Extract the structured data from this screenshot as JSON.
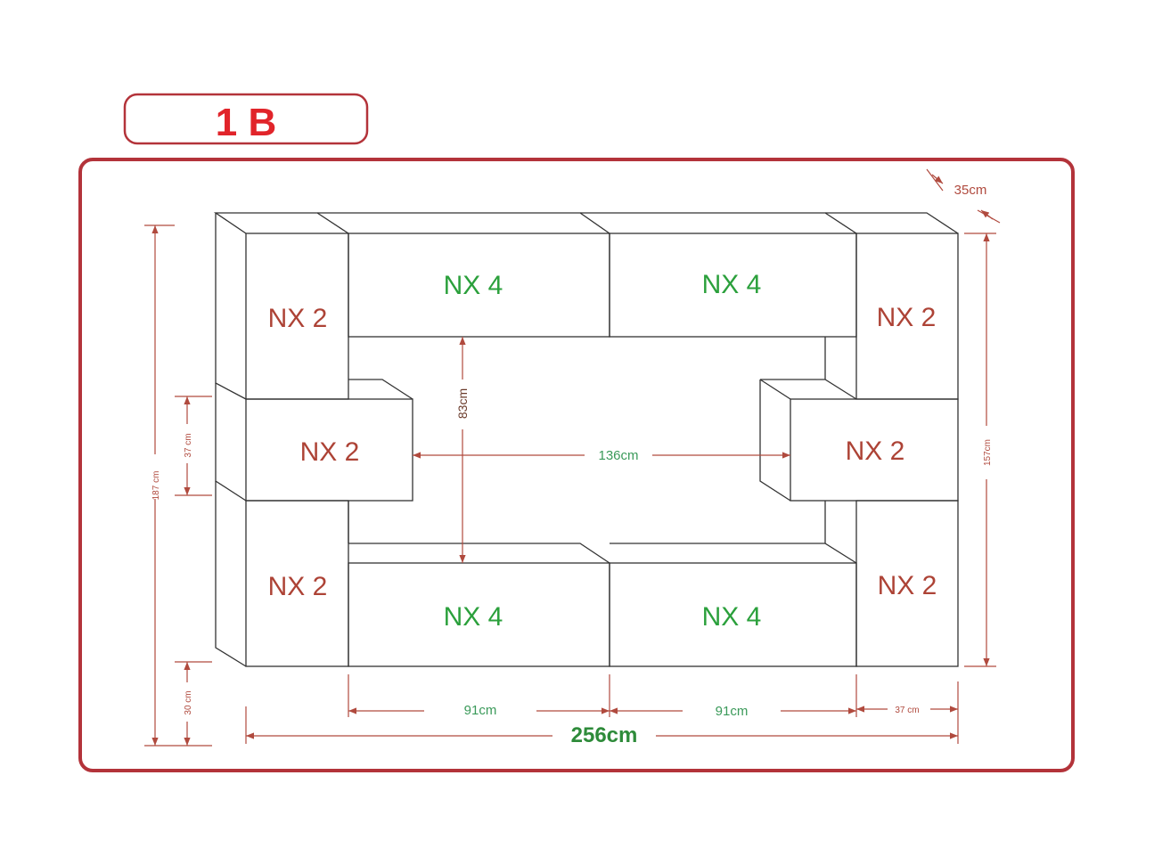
{
  "title": "1 B",
  "colors": {
    "frame": "#b3333a",
    "title": "#e1242a",
    "outline": "#333333",
    "dimension": "#b04a3e",
    "nx2": "#ad4336",
    "nx4": "#2ba03c",
    "dim_green": "#3b9a5a",
    "total": "#2e8b3a"
  },
  "modules": {
    "nx2": "NX 2",
    "nx4": "NX 4"
  },
  "dimensions": {
    "depth": "35cm",
    "total_height": "187 cm",
    "right_height": "157cm",
    "side_unit_height": "37 cm",
    "floor_gap": "30 cm",
    "inner_height": "83cm",
    "inner_width": "136cm",
    "bottom_left_width": "91cm",
    "bottom_mid_width": "91cm",
    "bottom_right_width": "37 cm",
    "total_width": "256cm"
  }
}
